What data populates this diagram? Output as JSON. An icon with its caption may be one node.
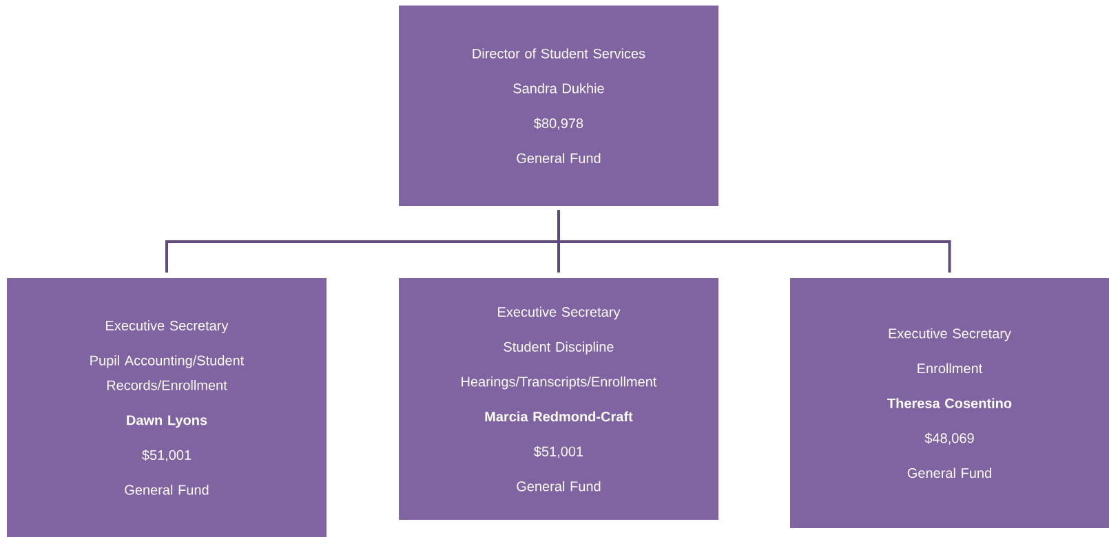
{
  "diagram": {
    "nodes": [
      {
        "text": [
          "Director of Student Services",
          "Sandra Dukhie",
          "$80,978",
          "General Fund"
        ]
      },
      {
        "text": [
          "Executive Secretary",
          "Pupil Accounting/Student Records/Enrollment",
          "Dawn Lyons",
          "$51,001",
          "General Fund"
        ]
      },
      {
        "text": [
          "Executive Secretary",
          "Student Discipline",
          "Hearings/Transcripts/Enrollment",
          "Marcia Redmond-Craft",
          "$51,001",
          "General Fund"
        ]
      },
      {
        "text": [
          "Executive Secretary",
          "Enrollment",
          "Theresa Cosentino",
          "$48,069",
          "General Fund"
        ]
      }
    ],
    "edges": [
      {
        "from": 0,
        "to": 1,
        "arrow": "none"
      },
      {
        "from": 0,
        "to": 2,
        "arrow": "none"
      },
      {
        "from": 0,
        "to": 3,
        "arrow": "none"
      }
    ]
  }
}
